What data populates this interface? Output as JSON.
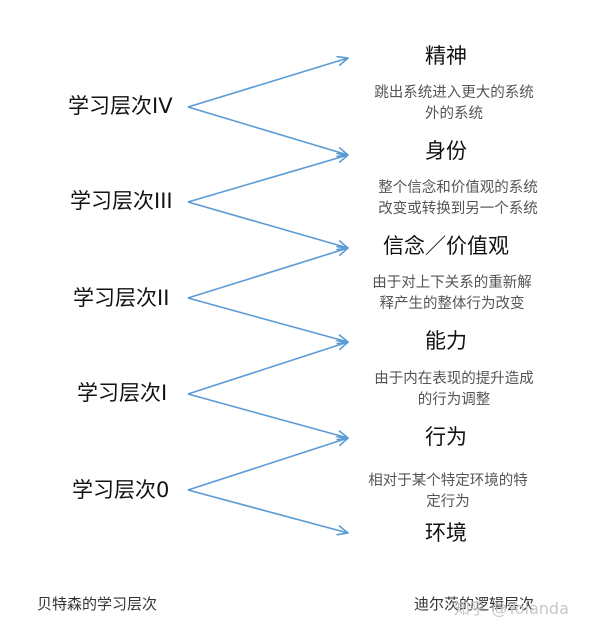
{
  "learning_levels": [
    {
      "label": "学习层次IV"
    },
    {
      "label": "学习层次III"
    },
    {
      "label": "学习层次II"
    },
    {
      "label": "学习层次I"
    },
    {
      "label": "学习层次0"
    }
  ],
  "logical_levels": [
    {
      "label": "精神"
    },
    {
      "label": "身份"
    },
    {
      "label": "信念／价值观"
    },
    {
      "label": "能力"
    },
    {
      "label": "行为"
    },
    {
      "label": "环境"
    }
  ],
  "descriptions": [
    {
      "lines": [
        "跳出系统进入更大的系统",
        "外的系统"
      ]
    },
    {
      "lines": [
        "整个信念和价值观的系统",
        "改变或转换到另一个系统"
      ]
    },
    {
      "lines": [
        "由于对上下关系的重新解",
        "释产生的整体行为改变"
      ]
    },
    {
      "lines": [
        "由于内在表现的提升造成",
        "的行为调整"
      ]
    },
    {
      "lines": [
        "相对于某个特定环境的特",
        "定行为"
      ]
    }
  ],
  "footer": {
    "left": "贝特森的学习层次",
    "right": "迪尔茨的逻辑层次"
  },
  "watermark": "知乎 @Yolanda",
  "colors": {
    "arrow": "#5b9bd5",
    "text": "#111111",
    "description": "#555555"
  }
}
